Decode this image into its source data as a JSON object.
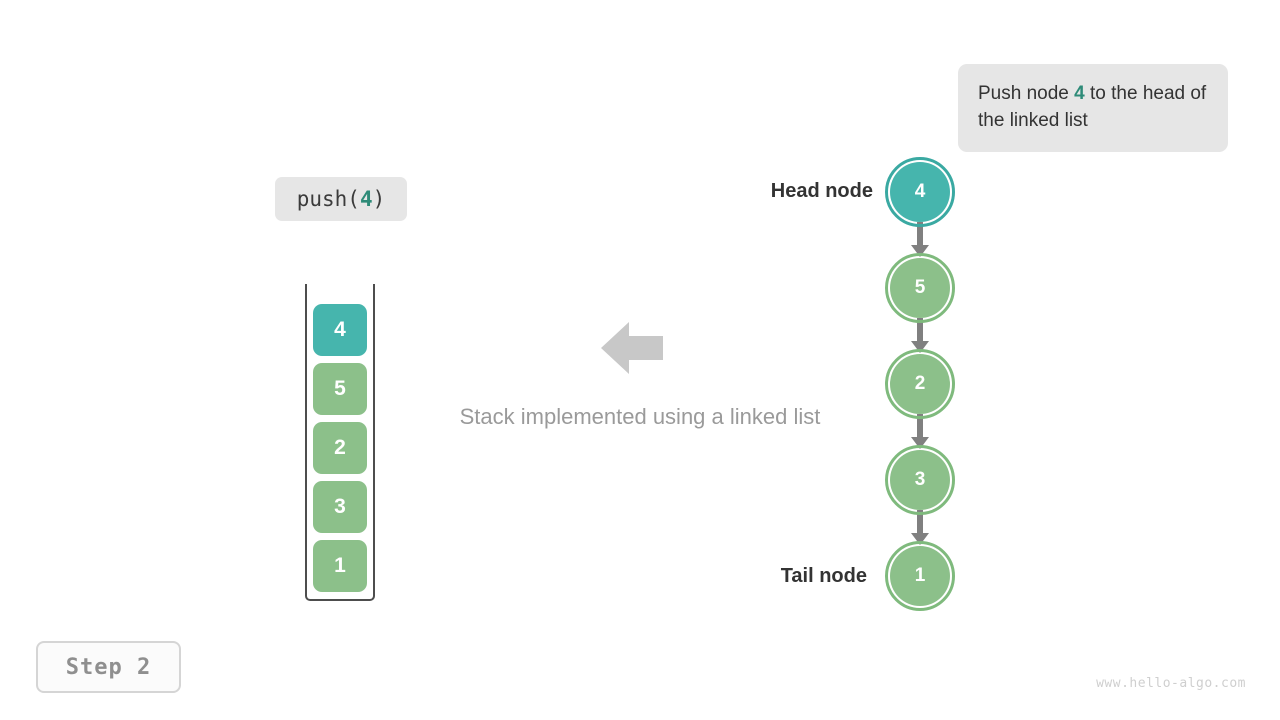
{
  "colors": {
    "teal": "#46b5ad",
    "teal_ring": "#3aa9a2",
    "green": "#8cc08a",
    "green_ring": "#7fba7d",
    "accent_text": "#2e8b78",
    "arrow_gray": "#808080",
    "big_arrow_gray": "#c8c8c8",
    "pill_bg": "#e6e6e6",
    "caption_gray": "#9a9a9a",
    "container_border": "#4d4d4d",
    "watermark_gray": "#cfcfcf"
  },
  "callout": {
    "text_before": "Push node ",
    "highlight": "4",
    "text_after": " to the head of the linked list"
  },
  "operation": {
    "name": "push",
    "open_paren": "(",
    "argument": "4",
    "close_paren": ")"
  },
  "stack": {
    "caption": "Stack implemented using a linked list",
    "cells": [
      {
        "value": "4",
        "color": "#46b5ad",
        "state": "new"
      },
      {
        "value": "5",
        "color": "#8cc08a",
        "state": "existing"
      },
      {
        "value": "2",
        "color": "#8cc08a",
        "state": "existing"
      },
      {
        "value": "3",
        "color": "#8cc08a",
        "state": "existing"
      },
      {
        "value": "1",
        "color": "#8cc08a",
        "state": "existing"
      }
    ]
  },
  "linked_list": {
    "head_label": "Head node",
    "tail_label": "Tail node",
    "nodes": [
      {
        "value": "4",
        "fill": "#46b5ad",
        "ring": "#3aa9a2",
        "state": "new"
      },
      {
        "value": "5",
        "fill": "#8cc08a",
        "ring": "#7fba7d",
        "state": "existing"
      },
      {
        "value": "2",
        "fill": "#8cc08a",
        "ring": "#7fba7d",
        "state": "existing"
      },
      {
        "value": "3",
        "fill": "#8cc08a",
        "ring": "#7fba7d",
        "state": "existing"
      },
      {
        "value": "1",
        "fill": "#8cc08a",
        "ring": "#7fba7d",
        "state": "existing"
      }
    ]
  },
  "step_badge": {
    "label": "Step 2"
  },
  "watermark": {
    "text": "www.hello-algo.com"
  },
  "icons": {
    "big_arrow": "arrow-left-icon",
    "node_link": "arrow-down-icon"
  }
}
